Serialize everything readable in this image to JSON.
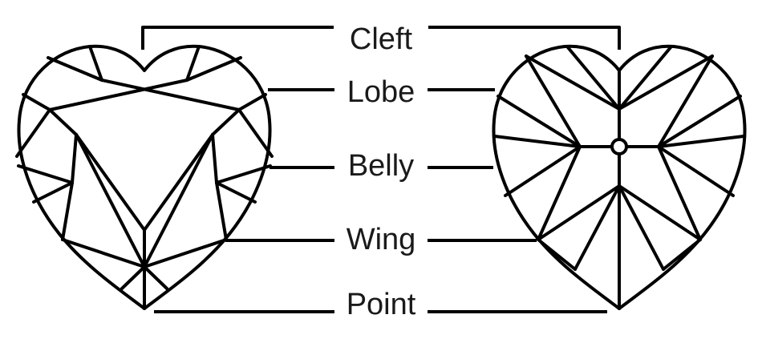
{
  "colors": {
    "background": "#ffffff",
    "stroke": "#000000",
    "text": "#1a1a1a"
  },
  "labels": {
    "cleft": "Cleft",
    "lobe": "Lobe",
    "belly": "Belly",
    "wing": "Wing",
    "point": "Point"
  }
}
